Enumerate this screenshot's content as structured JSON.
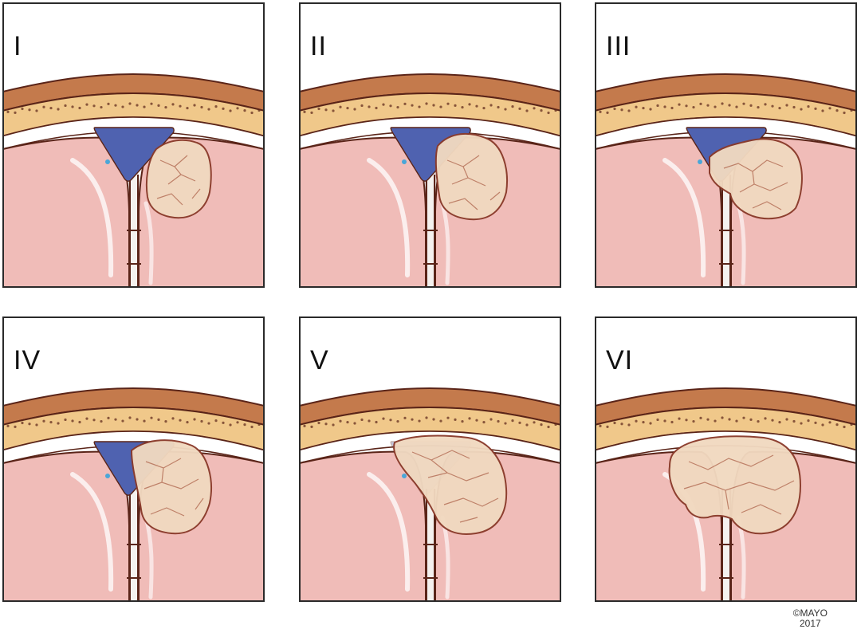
{
  "colors": {
    "scalp": "#c47a4c",
    "skull": "#f0c88a",
    "dura": "#ffffff",
    "brain": "#f0bcb8",
    "sinus": "#4f62b0",
    "tumor": "#f1d9c0",
    "outline": "#5a2418"
  },
  "panels": [
    {
      "label": "I"
    },
    {
      "label": "II"
    },
    {
      "label": "III"
    },
    {
      "label": "IV"
    },
    {
      "label": "V"
    },
    {
      "label": "VI"
    }
  ],
  "credit": {
    "line1": "©MAYO",
    "line2": "2017"
  }
}
